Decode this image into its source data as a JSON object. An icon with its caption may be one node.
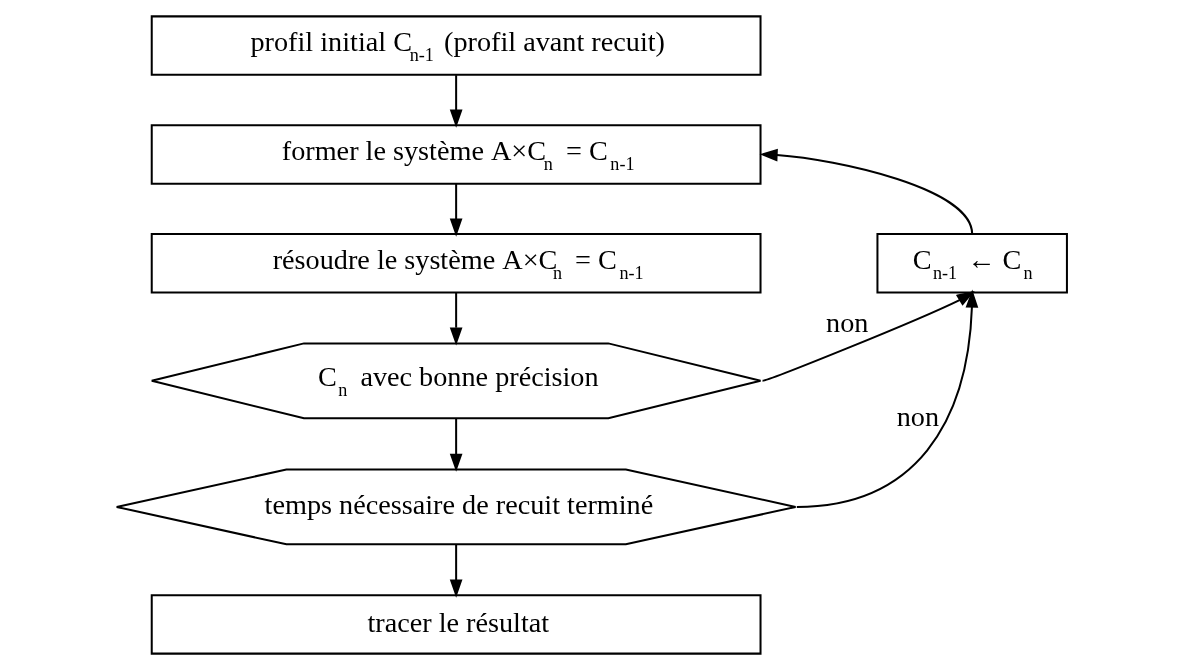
{
  "diagram": {
    "nodes": [
      {
        "text": [
          "profil initial C$_{n-1}$ (profil avant recuit)"
        ]
      },
      {
        "text": [
          "former le système A×C$_{n}$ = C$_{n-1}$"
        ]
      },
      {
        "text": [
          "résoudre le système A×C$_{n}$ = C$_{n-1}$"
        ]
      },
      {
        "text": [
          "C$_{n}$ avec bonne précision"
        ]
      },
      {
        "text": [
          "temps nécessaire de recuit terminé"
        ]
      },
      {
        "text": [
          "tracer le résultat"
        ]
      },
      {
        "text": [
          "C$_{n-1}$ ← C$_{n}$"
        ]
      }
    ],
    "edges": [
      {
        "from": 0,
        "to": 1,
        "arrow": "to"
      },
      {
        "from": 1,
        "to": 2,
        "arrow": "to"
      },
      {
        "from": 2,
        "to": 3,
        "arrow": "to"
      },
      {
        "from": 3,
        "to": 4,
        "arrow": "to"
      },
      {
        "from": 4,
        "to": 5,
        "arrow": "to"
      },
      {
        "from": 3,
        "to": 6,
        "arrow": "to",
        "label": "non"
      },
      {
        "from": 4,
        "to": 6,
        "arrow": "to",
        "label": "non"
      },
      {
        "from": 6,
        "to": 1,
        "arrow": "to"
      }
    ]
  }
}
